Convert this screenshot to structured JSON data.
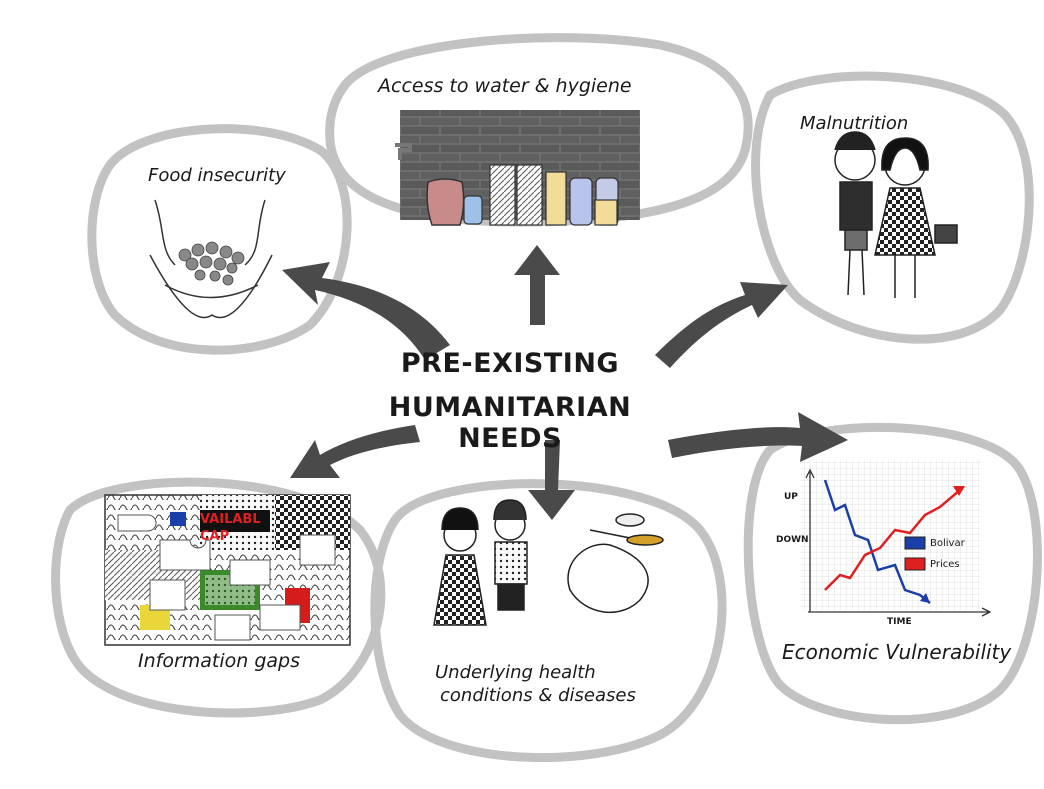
{
  "center": {
    "line1": "PRE-EXISTING",
    "line2": "HUMANITARIAN NEEDS"
  },
  "nodes": {
    "water": "Access to water & hygiene",
    "food": "Food insecurity",
    "malnutrition": "Malnutrition",
    "information": "Information gaps",
    "health_line1": "Underlying health",
    "health_line2": "conditions & diseases",
    "economic": "Economic Vulnerability"
  },
  "puzzle_text": {
    "word1": "VAILABL",
    "word2": "CAP"
  },
  "chart_legend": {
    "item1": "Bolivar",
    "item2": "Prices"
  },
  "chart_axis": {
    "up": "UP",
    "down": "DOWN",
    "time": "TIME"
  },
  "colors": {
    "ring": "#c2c2c2",
    "arrow": "#4a4a4a",
    "bolivar": "#1b3fa8",
    "prices": "#e02020",
    "puzzle_green": "#3a8a2a",
    "puzzle_red": "#d61b1b",
    "puzzle_yellow": "#e8d63a"
  }
}
